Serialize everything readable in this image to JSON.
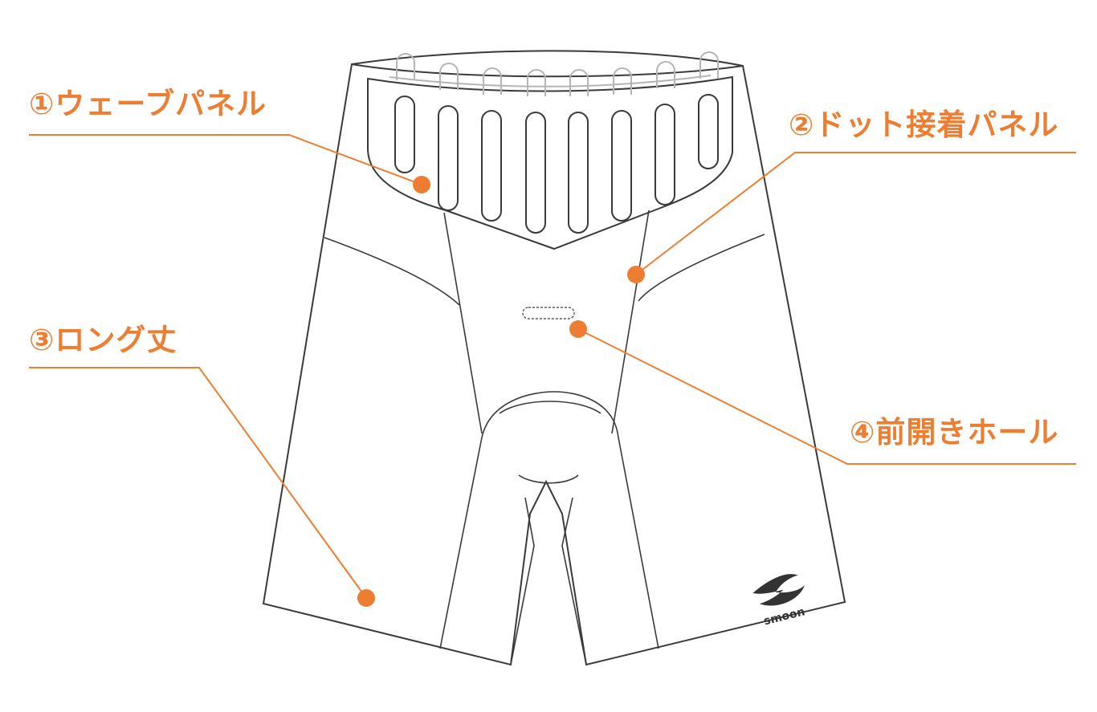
{
  "callouts": {
    "wave_panel": "①ウェーブパネル",
    "dot_panel": "②ドット接着パネル",
    "long_length": "③ロング丈",
    "front_hole": "④前開きホール"
  },
  "logo": {
    "text": "smoon"
  },
  "colors": {
    "accent": "#ed7d31",
    "outline": "#3a3a3a",
    "inner": "#b5b5b5"
  }
}
